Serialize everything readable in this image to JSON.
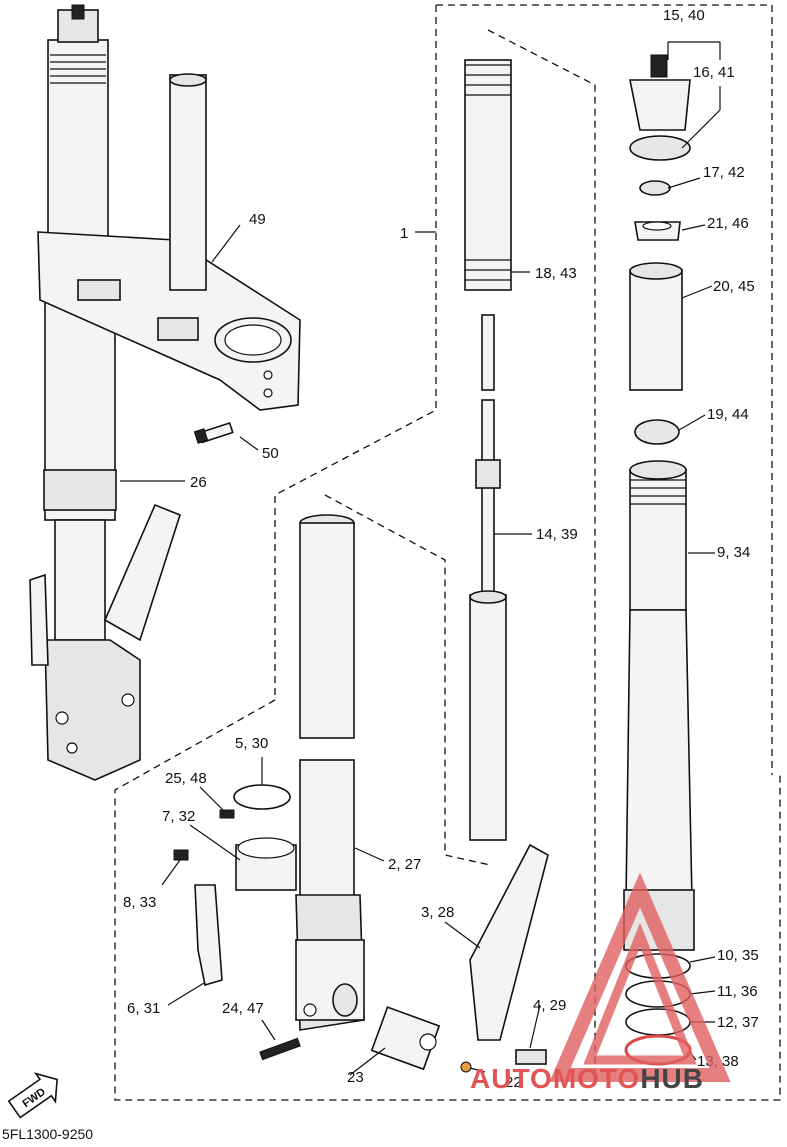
{
  "diagram": {
    "code": "5FL1300-9250",
    "fwd_label": "FWD",
    "watermark": {
      "part1": "AUTO",
      "part2": "MOTO",
      "part3": "HUB"
    },
    "callouts": [
      "15, 40",
      "16, 41",
      "17, 42",
      "21, 46",
      "20, 45",
      "19, 44",
      "9, 34",
      "10, 35",
      "11, 36",
      "12, 37",
      "13, 38",
      "1",
      "18, 43",
      "14, 39",
      "49",
      "50",
      "26",
      "5, 30",
      "25, 48",
      "7, 32",
      "8, 33",
      "2, 27",
      "3, 28",
      "4, 29",
      "22",
      "23",
      "24, 47",
      "6, 31"
    ]
  }
}
